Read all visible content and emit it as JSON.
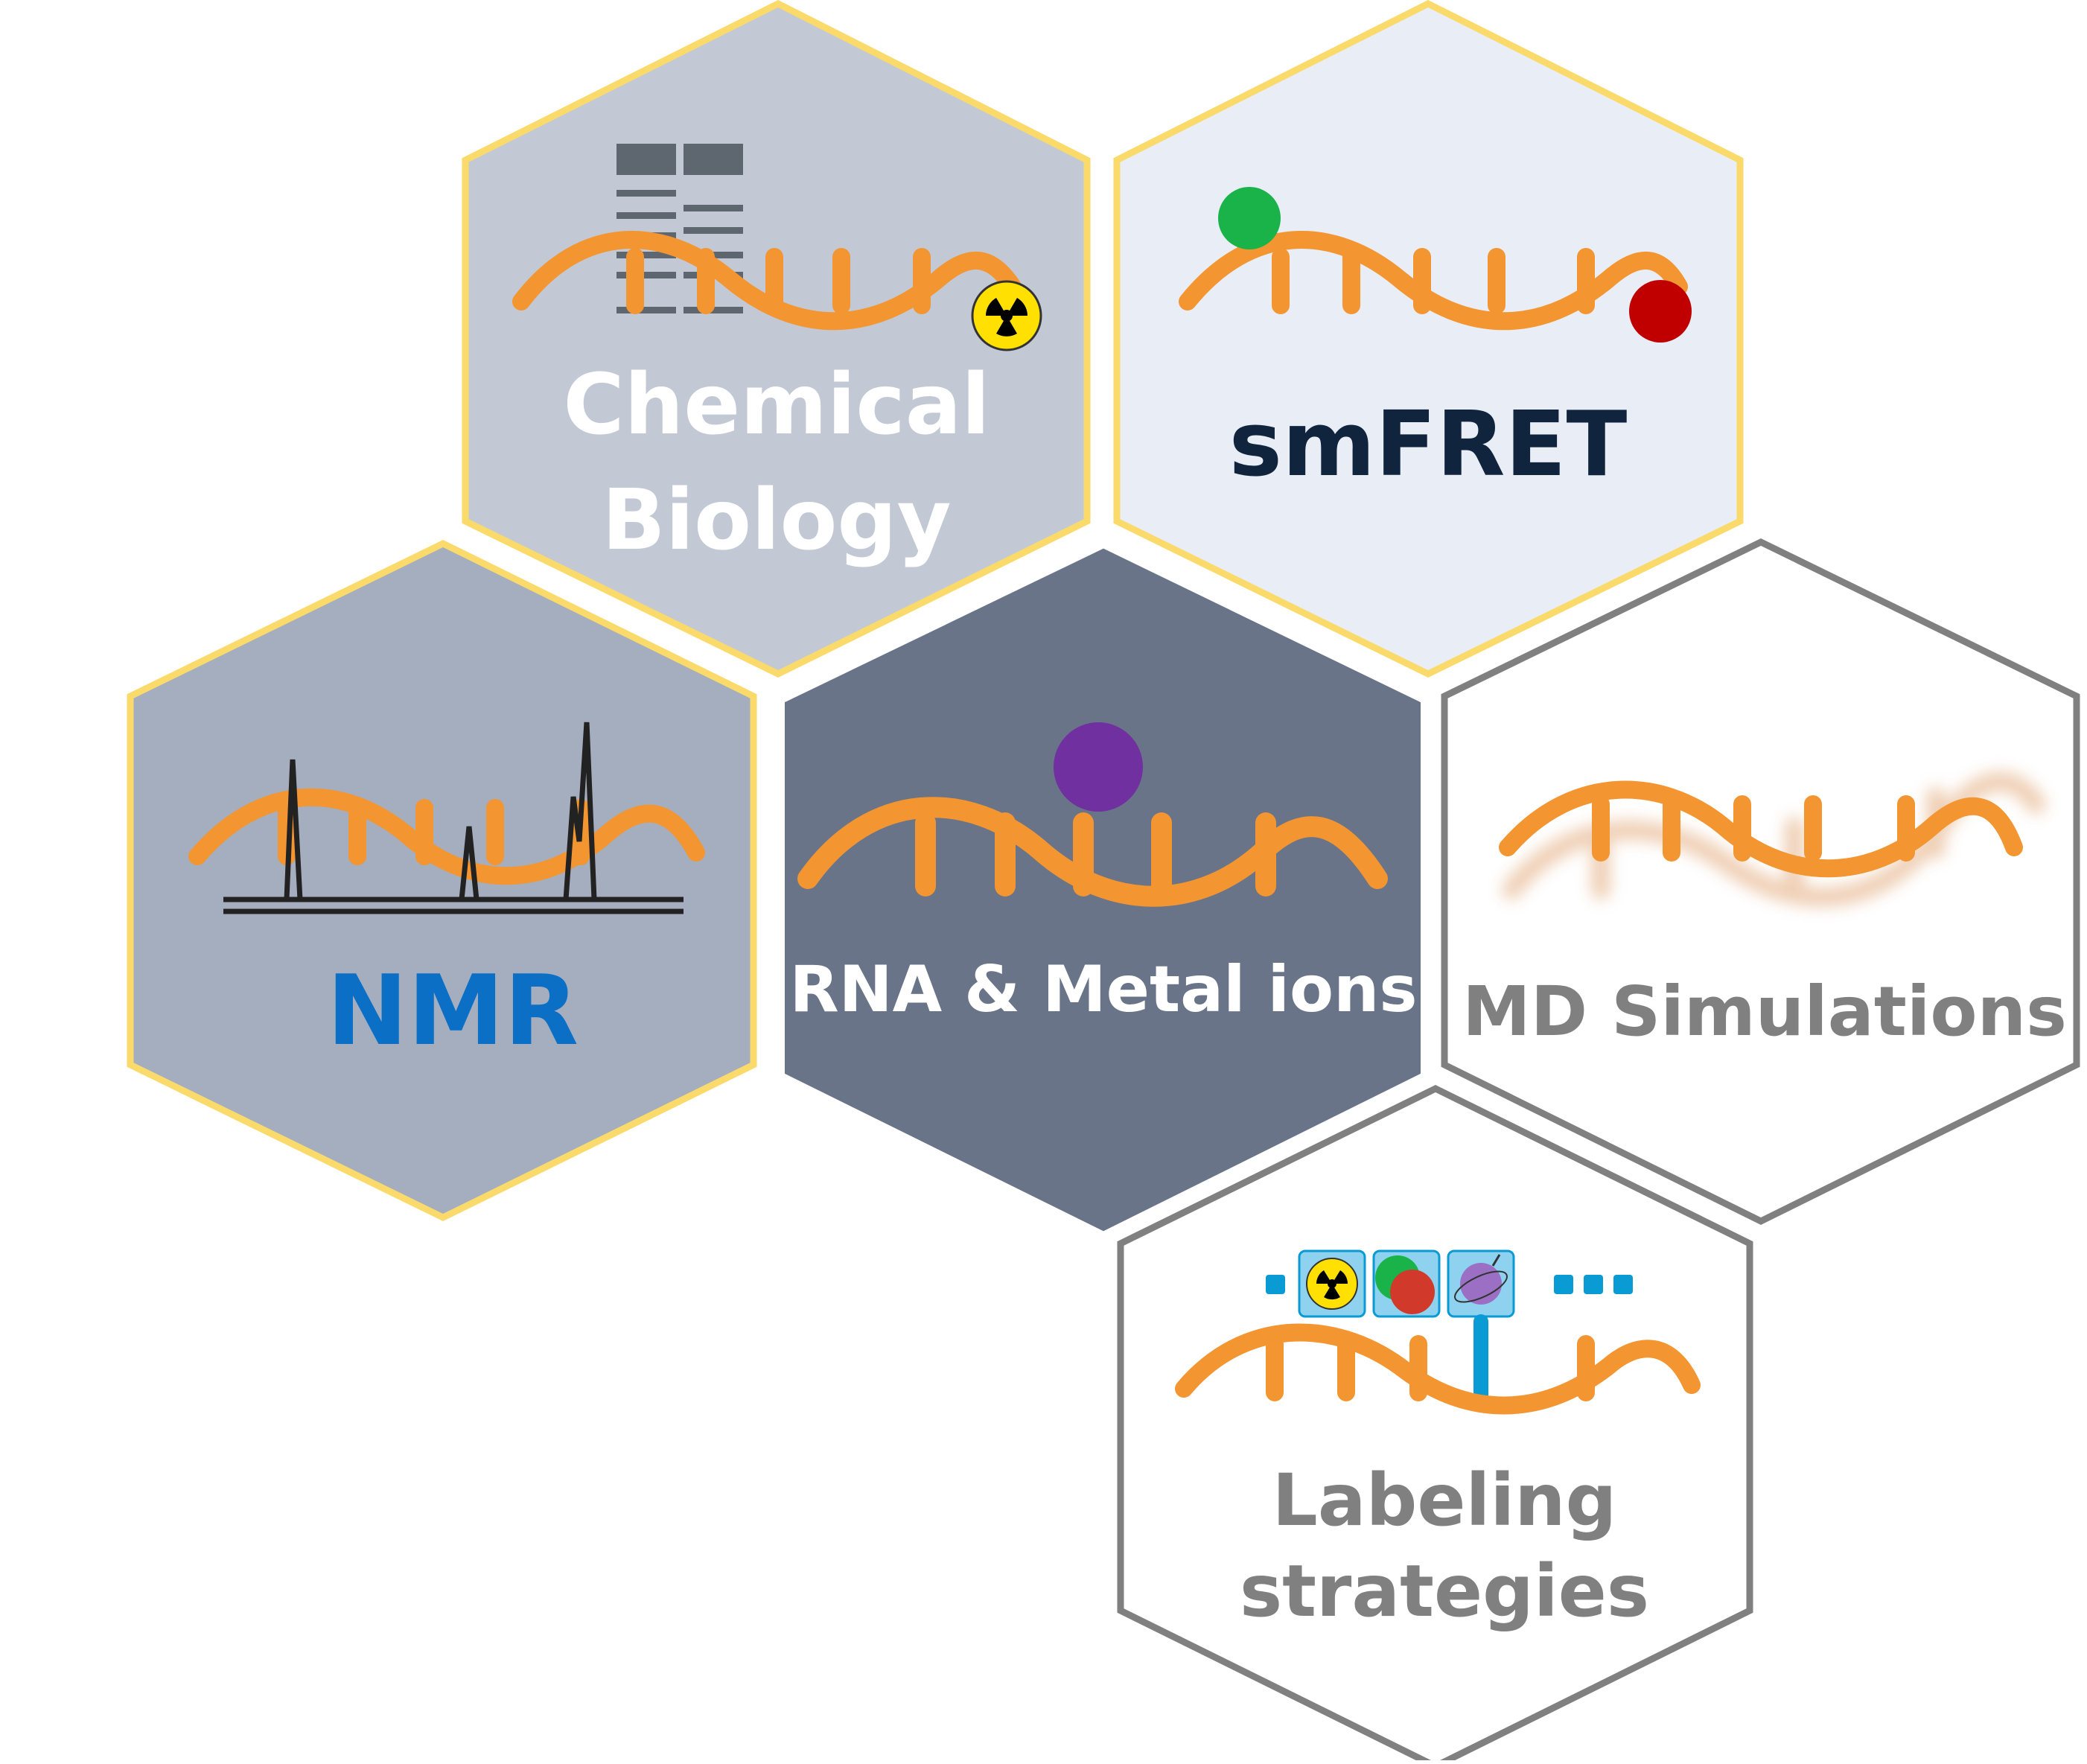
{
  "colors": {
    "rna": "#F39530",
    "gold_border": "#FADA6A",
    "gray_border": "#808080",
    "chem_fill": "#C3C9D4",
    "smfret_fill": "#E9EDF5",
    "nmr_fill": "#A5AEBF",
    "center_fill": "#697489",
    "white": "#FFFFFF",
    "nmr_text": "#0B6FC6",
    "smfret_text": "#10243E",
    "gray_text": "#808080",
    "green_dye": "#19B34A",
    "red_dye": "#C00000",
    "metal_ion": "#7030A0",
    "label_blue": "#0A9AD4"
  },
  "hexagons": [
    {
      "id": "chemical-biology",
      "lines": [
        "Chemical",
        "Biology"
      ],
      "text_color": "#FFFFFF",
      "fill": "#C3C9D4",
      "border": "#FADA6A",
      "icons": [
        "gel-icon",
        "radioactive-icon"
      ]
    },
    {
      "id": "smfret",
      "lines": [
        "smFRET"
      ],
      "text_color": "#10243E",
      "fill": "#E9EDF5",
      "border": "#FADA6A",
      "icons": [
        "donor-dye-icon",
        "acceptor-dye-icon"
      ]
    },
    {
      "id": "nmr",
      "lines": [
        "NMR"
      ],
      "text_color": "#0B6FC6",
      "fill": "#A5AEBF",
      "border": "#FADA6A",
      "icons": [
        "nmr-spectrum-icon"
      ]
    },
    {
      "id": "rna-metal-ions",
      "lines": [
        "RNA & Metal ions"
      ],
      "text_color": "#FFFFFF",
      "fill": "#697489",
      "border": "#697489",
      "icons": [
        "metal-ion-icon"
      ]
    },
    {
      "id": "md-simulations",
      "lines": [
        "MD Simulations"
      ],
      "text_color": "#808080",
      "fill": "#FFFFFF",
      "border": "#808080",
      "icons": [
        "motion-blur-icon"
      ]
    },
    {
      "id": "labeling-strategies",
      "lines": [
        "Labeling",
        "strategies"
      ],
      "text_color": "#808080",
      "fill": "#FFFFFF",
      "border": "#808080",
      "icons": [
        "radioactive-icon",
        "fret-dyes-icon",
        "spin-label-icon"
      ]
    }
  ]
}
